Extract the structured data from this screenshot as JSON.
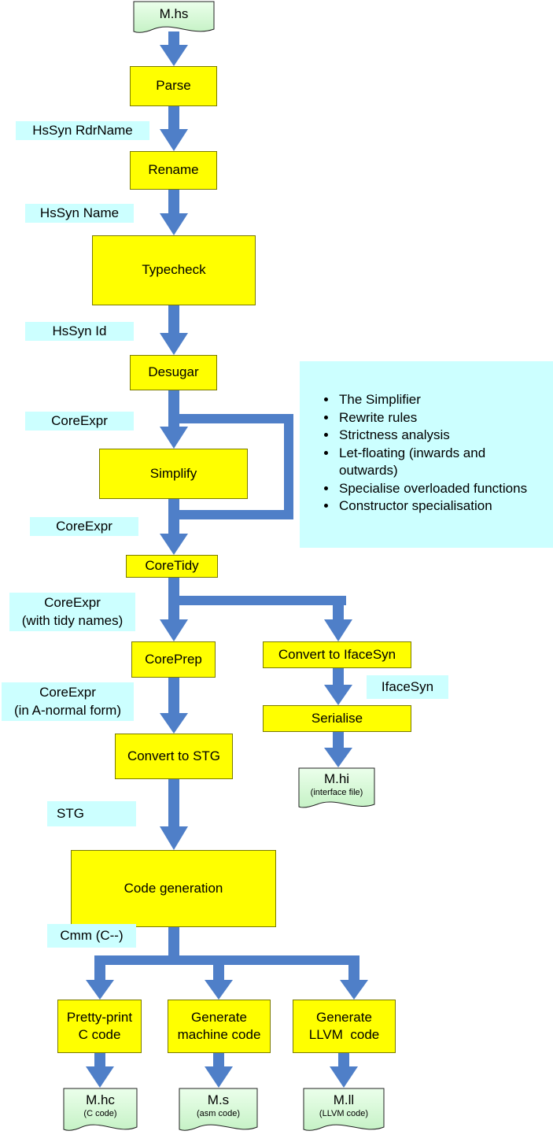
{
  "colors": {
    "process": "#ffff00",
    "label": "#ccffff",
    "arrow": "#4f7fc8",
    "document": "#ccffcc"
  },
  "input_file": "M.hs",
  "stages": {
    "parse": "Parse",
    "rename": "Rename",
    "typecheck": "Typecheck",
    "desugar": "Desugar",
    "simplify": "Simplify",
    "coretidy": "CoreTidy",
    "coreprep": "CorePrep",
    "convert_iface": "Convert to IfaceSyn",
    "serialise": "Serialise",
    "convert_stg": "Convert to STG",
    "codegen": "Code generation",
    "pretty_print": [
      "Pretty-print",
      "C code"
    ],
    "gen_machine": [
      "Generate",
      "machine code"
    ],
    "gen_llvm": [
      "Generate",
      "LLVM  code"
    ]
  },
  "labels": {
    "hssyn_rdrname": "HsSyn RdrName",
    "hssyn_name": "HsSyn Name",
    "hssyn_id": "HsSyn Id",
    "coreexpr_1": "CoreExpr",
    "coreexpr_2": "CoreExpr",
    "coreexpr_tidy": [
      "CoreExpr",
      "(with tidy names)"
    ],
    "coreexpr_anf": [
      "CoreExpr",
      "(in A-normal form)"
    ],
    "ifacesyn": "IfaceSyn",
    "stg": "STG",
    "cmm": "Cmm (C--)"
  },
  "simplifier_notes": [
    "The Simplifier",
    "Rewrite rules",
    "Strictness analysis",
    "Let-floating (inwards and outwards)",
    "Specialise overloaded functions",
    "Constructor specialisation"
  ],
  "outputs": {
    "interface": {
      "file": "M.hi",
      "desc": "(interface file)"
    },
    "c": {
      "file": "M.hc",
      "desc": "(C code)"
    },
    "asm": {
      "file": "M.s",
      "desc": "(asm code)"
    },
    "llvm": {
      "file": "M.ll",
      "desc": "(LLVM code)"
    }
  }
}
